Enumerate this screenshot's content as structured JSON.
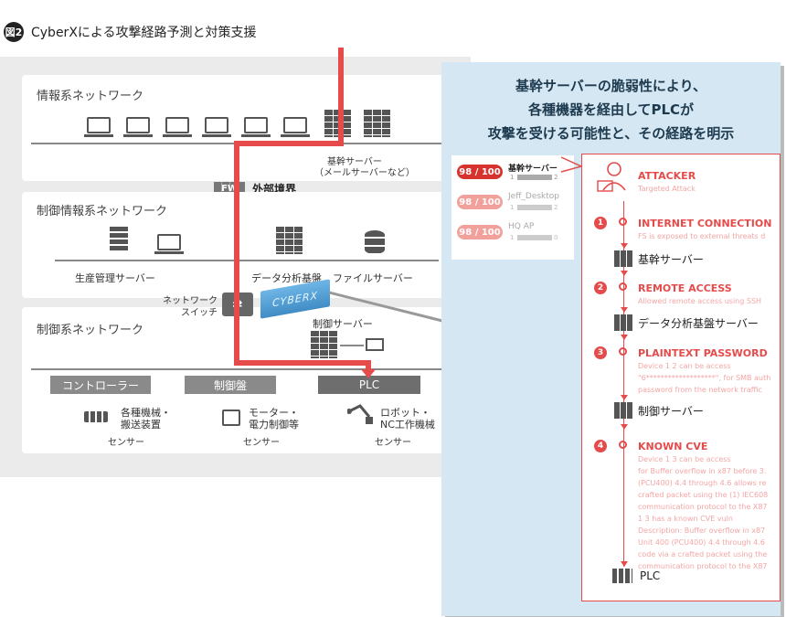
{
  "figure": {
    "badge": "図2",
    "title": "CyberXによる攻撃経路予測と対策支援"
  },
  "networks": {
    "info": {
      "title": "情報系ネットワーク",
      "server_label_line1": "基幹サーバー",
      "server_label_line2": "（メールサーバーなど）"
    },
    "firewall": {
      "badge": "FW",
      "label": "外部境界"
    },
    "control_info": {
      "title": "制御情報系ネットワーク",
      "production_label": "生産管理サーバー",
      "analytics_label": "データ分析基盤",
      "file_label": "ファイルサーバー"
    },
    "switch_label_line1": "ネットワーク",
    "switch_label_line2": "スイッチ",
    "cyberx_logo": "CYBERX",
    "control": {
      "title": "制御系ネットワーク",
      "control_server_label": "制御サーバー",
      "columns": [
        {
          "header": "コントローラー",
          "device_line1": "各種機械・",
          "device_line2": "搬送装置",
          "sensor": "センサー"
        },
        {
          "header": "制御盤",
          "device_line1": "モーター・",
          "device_line2": "電力制御等",
          "sensor": "センサー"
        },
        {
          "header": "PLC",
          "device_line1": "ロボット・",
          "device_line2": "NC工作機械",
          "sensor": "センサー"
        }
      ]
    }
  },
  "panel": {
    "headline": [
      "基幹サーバーの脆弱性により、",
      "各種機器を経由してPLCが",
      "攻撃を受ける可能性と、その経路を明示"
    ],
    "scores": [
      {
        "score": "98 / 100",
        "name": "基幹サーバー",
        "sub_start": "1",
        "sub_end": "2",
        "active": true
      },
      {
        "score": "98 / 100",
        "name": "Jeff_Desktop",
        "sub_start": "1",
        "sub_end": "2",
        "active": false
      },
      {
        "score": "98 / 100",
        "name": "HQ AP",
        "sub_start": "1",
        "sub_end": "0",
        "active": false
      }
    ],
    "attacker": {
      "title": "ATTACKER",
      "subtitle": "Targeted Attack"
    },
    "steps": [
      {
        "num": "1",
        "title": "INTERNET CONNECTION",
        "desc": [
          "FS is exposed to external threats d"
        ],
        "node": "基幹サーバー"
      },
      {
        "num": "2",
        "title": "REMOTE ACCESS",
        "desc": [
          "Allowed remote access using SSH"
        ],
        "node": "データ分析基盤サーバー"
      },
      {
        "num": "3",
        "title": "PLAINTEXT PASSWORD",
        "desc": [
          "Device 1          2 can be access",
          "\"6*******************\", for SMB auth",
          "password from the network traffic"
        ],
        "node": "制御サーバー"
      },
      {
        "num": "4",
        "title": "KNOWN CVE",
        "desc": [
          "Device 1          3 can be access",
          "for Buffer overflow in x87 before 3.",
          "(PCU400) 4.4 through 4.6 allows re",
          "crafted packet using the (1) IEC608",
          "communication protocol to the X87",
          "1          3 has a known CVE vuln",
          "Description: Buffer overflow in x87",
          "Unit 400 (PCU400) 4.4 through 4.6",
          "code via a crafted packet using the",
          "communication protocol to the X87"
        ],
        "node": "PLC"
      }
    ]
  },
  "colors": {
    "accent_red": "#e54b4b",
    "panel_blue": "#d5e7f2",
    "zone_gray": "#ebebeb"
  }
}
